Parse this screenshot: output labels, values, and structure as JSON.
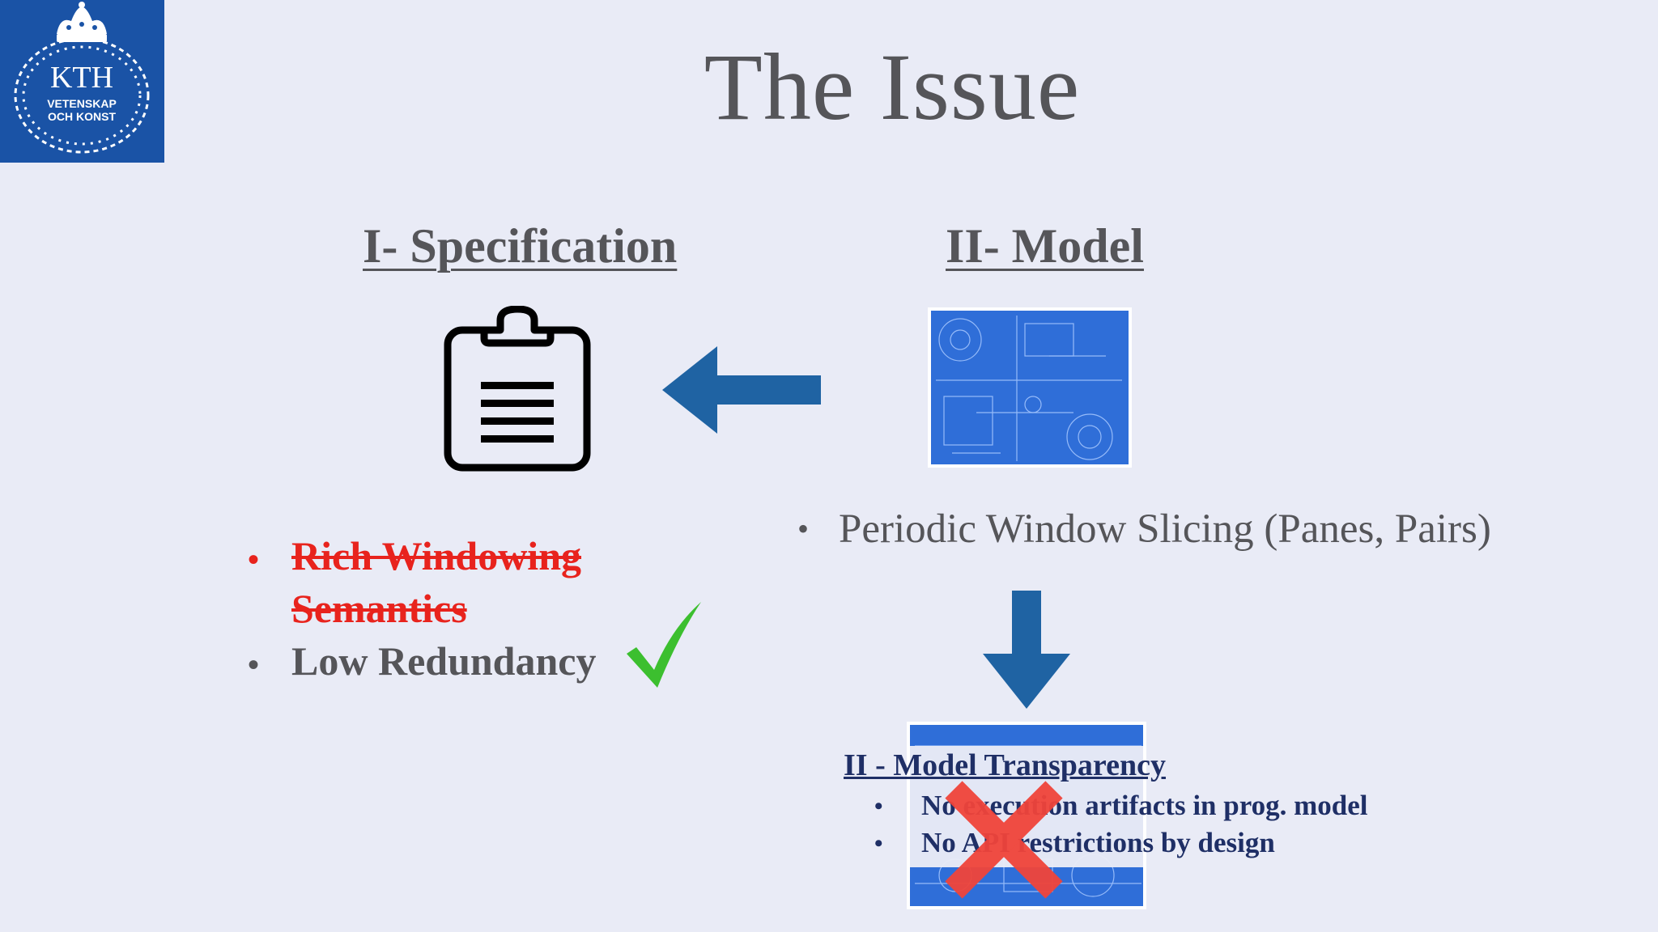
{
  "logo": {
    "title": "KTH",
    "line1": "VETENSKAP",
    "line2": "OCH KONST",
    "color": "#1a53a6"
  },
  "slide": {
    "title": "The Issue"
  },
  "specification": {
    "heading": "I- Specification",
    "icon": "clipboard-icon",
    "bullets": [
      {
        "line1": "Rich Windowing",
        "line2": "Semantics",
        "struck": true,
        "color": "#e8231d"
      },
      {
        "text": "Low Redundancy",
        "mark": "checkmark-icon"
      }
    ]
  },
  "model": {
    "heading": "II- Model",
    "image": "blueprint-image",
    "bullet": "Periodic Window Slicing (Panes, Pairs)"
  },
  "arrows": {
    "left": "left-arrow-icon",
    "down": "down-arrow-icon",
    "color": "#1f63a3"
  },
  "transparency": {
    "title": "II - Model Transparency",
    "items": [
      "No execution artifacts in prog. model",
      "No API restrictions by design"
    ],
    "cross": "red-x-icon"
  }
}
